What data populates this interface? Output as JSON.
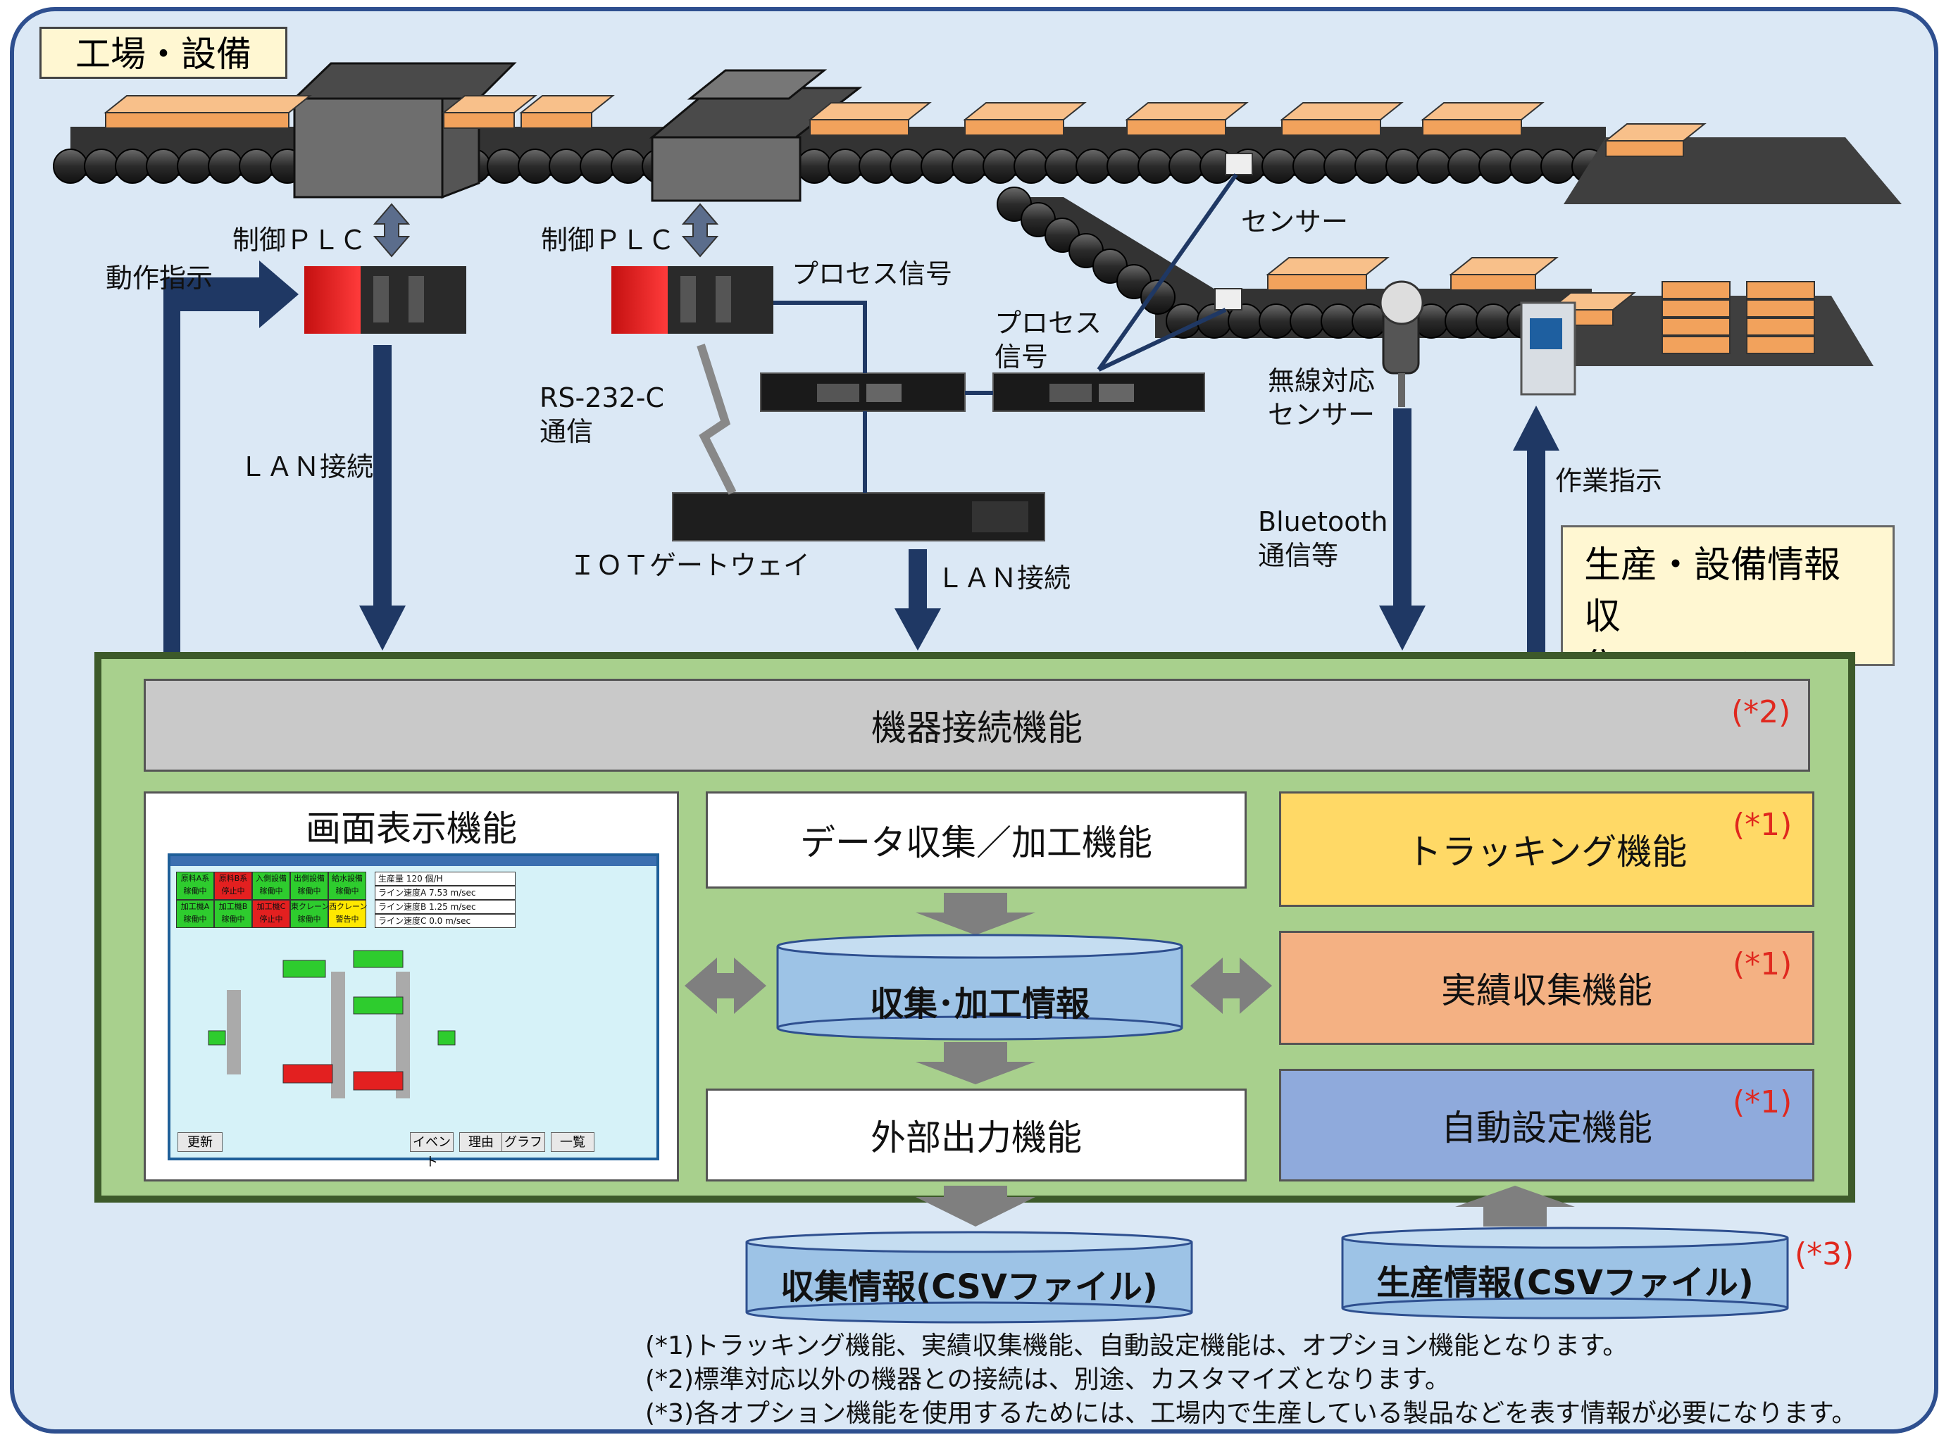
{
  "factory_label": "工場・設備",
  "system_label_line1": "生産・設備情報収",
  "system_label_line2": "集システム",
  "labels": {
    "plc1": "制御ＰＬＣ",
    "plc2": "制御ＰＬＣ",
    "motion_cmd": "動作指示",
    "process_signal1": "プロセス信号",
    "process_signal2_line1": "プロセス",
    "process_signal2_line2": "信号",
    "sensor": "センサー",
    "rs232_line1": "RS-232-C",
    "rs232_line2": "通信",
    "lan1": "ＬＡＮ接続",
    "lan2": "ＬＡＮ接続",
    "iot_gateway": "ＩＯＴゲートウェイ",
    "wireless_line1": "無線対応",
    "wireless_line2": "センサー",
    "bluetooth_line1": "Bluetooth",
    "bluetooth_line2": "通信等",
    "work_cmd": "作業指示"
  },
  "functions": {
    "device_connect": "機器接続機能",
    "screen_display": "画面表示機能",
    "data_collect": "データ収集／加工機能",
    "collected_info": "収集･加工情報",
    "external_output": "外部出力機能",
    "tracking": "トラッキング機能",
    "results": "実績収集機能",
    "auto_setting": "自動設定機能"
  },
  "option_marks": {
    "device_connect": "(*2)",
    "tracking": "(*1)",
    "results": "(*1)",
    "auto_setting": "(*1)",
    "production_csv": "(*3)"
  },
  "files": {
    "collected_csv": "収集情報(CSVファイル)",
    "production_csv": "生産情報(CSVファイル)"
  },
  "notes": [
    "(*1)トラッキング機能、実績収集機能、自動設定機能は、オプション機能となります。",
    "(*2)標準対応以外の機器との接続は、別途、カスタマイズとなります。",
    "(*3)各オプション機能を使用するためには、工場内で生産している製品などを表す情報が必要になります。"
  ],
  "screen": {
    "status_cells": [
      [
        "原料A系",
        "稼働中"
      ],
      [
        "原料B系",
        "停止中"
      ],
      [
        "入側設備",
        "稼働中"
      ],
      [
        "出側設備",
        "稼働中"
      ],
      [
        "給水設備",
        "稼働中"
      ],
      [
        "加工機A",
        "稼働中"
      ],
      [
        "加工機B",
        "稼働中"
      ],
      [
        "加工機C",
        "停止中"
      ],
      [
        "東クレーン",
        "稼働中"
      ],
      [
        "西クレーン",
        "警告中"
      ]
    ],
    "stats": [
      [
        "生産量",
        "120",
        "個/H"
      ],
      [
        "ライン速度A",
        "7.53",
        "m/sec"
      ],
      [
        "ライン速度B",
        "1.25",
        "m/sec"
      ],
      [
        "ライン速度C",
        "0.0",
        "m/sec"
      ]
    ],
    "buttons": [
      "更新",
      "イベント",
      "理由",
      "グラフ",
      "一覧"
    ]
  },
  "colors": {
    "frame": "#2e4f8f",
    "panel": "#a8d08d",
    "tracking": "#ffd966",
    "results": "#f4b183",
    "auto": "#8faadc",
    "cylinder": "#9dc3e6",
    "arrow": "#1f3864",
    "option": "#e0281e"
  }
}
